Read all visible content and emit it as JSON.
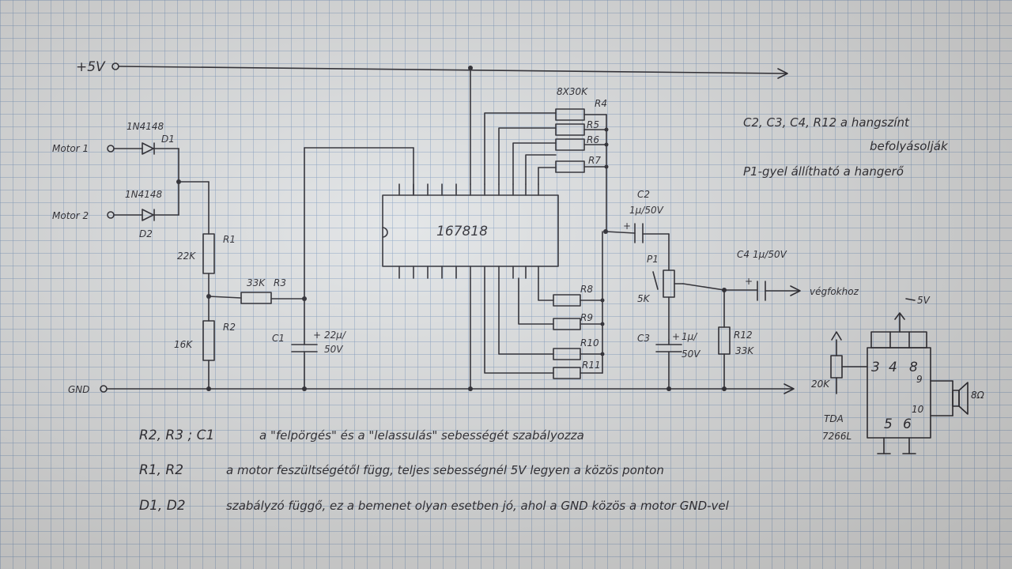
{
  "rails": {
    "vcc": "+5V",
    "gnd": "GND"
  },
  "inputs": {
    "motor1": "Motor 1",
    "motor2": "Motor 2"
  },
  "diodes": {
    "d1": "D1",
    "d1_type": "1N4148",
    "d2": "D2",
    "d2_type": "1N4148"
  },
  "resistors": {
    "r1": "R1",
    "r1_val": "22K",
    "r2": "R2",
    "r2_val": "16K",
    "r3": "R3",
    "r3_val": "33K",
    "r4": "R4",
    "r4_val": "8X30K",
    "r5": "R5",
    "r6": "R6",
    "r7": "R7",
    "r8": "R8",
    "r9": "R9",
    "r10": "R10",
    "r11": "R11",
    "r12": "R12",
    "r12_val": "33K"
  },
  "capacitors": {
    "c1": "C1",
    "c1_val": "22µ/",
    "c1_volt": "50V",
    "c2": "C2",
    "c2_val": "1µ/50V",
    "c3": "C3",
    "c3_val": "1µ/",
    "c3_volt": "50V",
    "c4": "C4",
    "c4_val": "1µ/50V"
  },
  "ic": {
    "name": "167818"
  },
  "pot": {
    "p1": "P1",
    "p1_val": "5K",
    "v_val": "20K"
  },
  "output": {
    "label": "végfokhoz"
  },
  "amp": {
    "name_line1": "TDA",
    "name_line2": "7266L",
    "supply": "5V",
    "speaker": "8Ω",
    "pin3": "3",
    "pin4": "4",
    "pin8": "8",
    "pin9": "9",
    "pin10": "10",
    "pin5": "5",
    "pin6": "6"
  },
  "notes_right": {
    "line1": "C2, C3, C4, R12  a hangszínt",
    "line2": "befolyásolják",
    "line3": "P1-gyel állítható a hangerő"
  },
  "notes_bottom": {
    "line1_parts": "R2, R3 ; C1",
    "line1_text": "a \"felpörgés\" és a \"lelassulás\" sebességét szabályozza",
    "line2_parts": "R1, R2",
    "line2_text": "a motor feszültségétől függ, teljes sebességnél 5V legyen a közös ponton",
    "line3_parts": "D1, D2",
    "line3_text": "szabályzó függő, ez a bemenet olyan esetben jó, ahol a GND közös a motor GND-vel"
  },
  "colors": {
    "ink": "#1c1c24",
    "paper": "#dfe2e4",
    "grid": "#7896be"
  }
}
